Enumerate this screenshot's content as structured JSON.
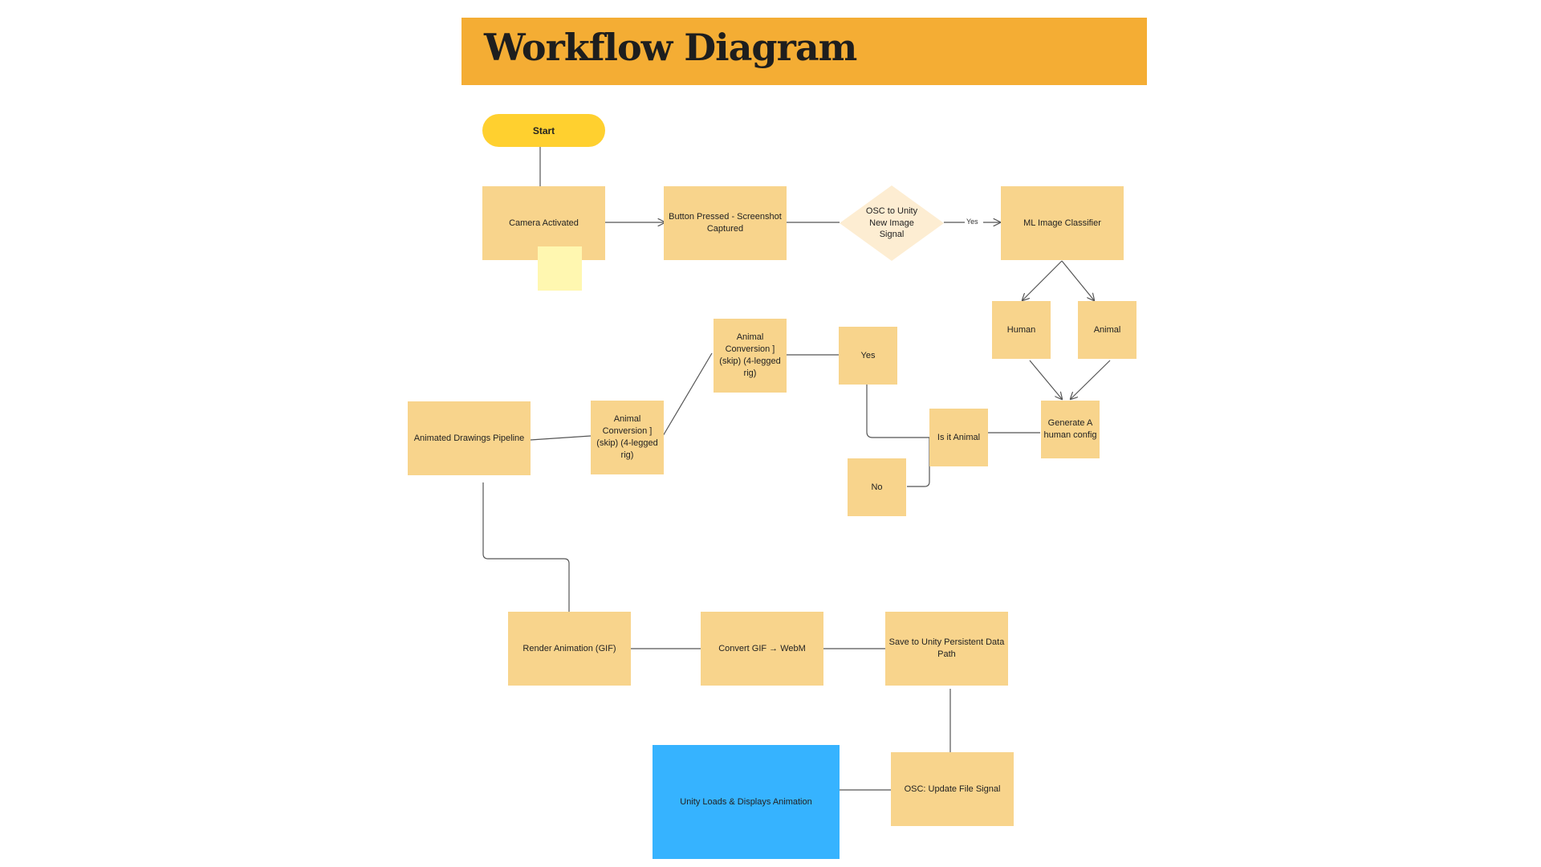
{
  "title": "Workflow Diagram",
  "start": "Start",
  "nodes": {
    "camera": "Camera Activated",
    "button": "Button Pressed - Screenshot Captured",
    "osc_signal": "OSC to Unity New Image Signal",
    "ml": "ML Image Classifier",
    "human": "Human",
    "animal": "Animal",
    "generate": "Generate A human config",
    "is_animal": "Is it Animal",
    "yes": "Yes",
    "no": "No",
    "animal_conv_top": "Animal Conversion ] (skip) (4-legged rig)",
    "animal_conv_left": "Animal Conversion ] (skip) (4-legged rig)",
    "pipeline": "Animated Drawings Pipeline",
    "render": "Render Animation (GIF)",
    "convert": "Convert GIF → WebM",
    "save": "Save to Unity Persistent Data Path",
    "osc_update": "OSC: Update File Signal",
    "unity_load": "Unity Loads & Displays Animation"
  },
  "edge_labels": {
    "yes": "Yes"
  },
  "colors": {
    "title_bar": "#f4ad34",
    "node": "#f8d48c",
    "start_pill": "#ffd02f",
    "decision": "#fdedd2",
    "sticky_note": "#fff7b0",
    "final_node": "#36b3ff"
  }
}
